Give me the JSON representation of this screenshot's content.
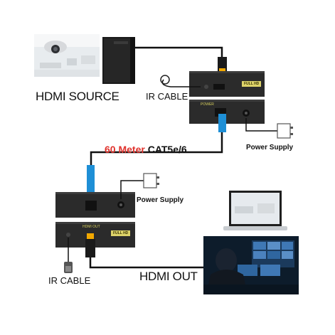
{
  "labels": {
    "hdmi_source": "HDMI SOURCE",
    "ir_cable_top": "IR CABLE",
    "power_supply_top": "Power Supply",
    "cable_length": "60 Meter",
    "cable_type": "CAT5e/6",
    "power_supply_mid": "Power Supply",
    "ir_cable_bottom": "IR CABLE",
    "hdmi_out": "HDMI OUT"
  },
  "device": {
    "badge": "FULL HD",
    "port_hdmi": "HDMI OUT",
    "port_power": "POWER"
  },
  "colors": {
    "cable_length_text": "#e0322c",
    "rj45_connector": "#1e8fd6",
    "hdmi_connector_tip": "#f2a800",
    "device_body": "#2b2b2b",
    "cable": "#111111"
  }
}
